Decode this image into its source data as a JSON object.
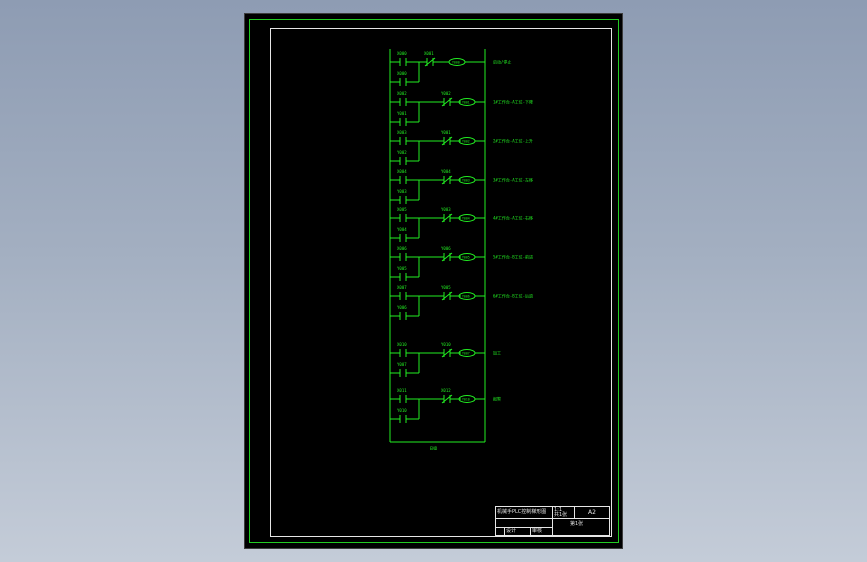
{
  "drawing": {
    "rungs": [
      {
        "contact1": "X000",
        "contact2": "X001",
        "contact2_type": "nc",
        "coil": "Y000",
        "note": "启动/停止"
      },
      {
        "contact1": "X002",
        "contact2": "Y002",
        "contact2_type": "nc",
        "coil": "Y001",
        "branch": "Y001",
        "note": "1#工作台-A工位-下降"
      },
      {
        "contact1": "X003",
        "contact2": "Y001",
        "contact2_type": "nc",
        "coil": "Y002",
        "branch": "Y002",
        "note": "2#工作台-A工位-上升"
      },
      {
        "contact1": "X004",
        "contact2": "Y004",
        "contact2_type": "nc",
        "coil": "Y003",
        "branch": "Y003",
        "note": "3#工作台-A工位-左移"
      },
      {
        "contact1": "X005",
        "contact2": "Y003",
        "contact2_type": "nc",
        "coil": "Y004",
        "branch": "Y004",
        "note": "4#工作台-A工位-右移"
      },
      {
        "contact1": "X006",
        "contact2": "Y006",
        "contact2_type": "nc",
        "coil": "Y005",
        "branch": "Y005",
        "note": "5#工作台-B工位-前进"
      },
      {
        "contact1": "X007",
        "contact2": "Y005",
        "contact2_type": "nc",
        "coil": "Y006",
        "branch": "Y006",
        "note": "6#工作台-B工位-后退"
      },
      {
        "contact1": "X010",
        "contact2": "Y010",
        "contact2_type": "nc",
        "coil": "Y007",
        "branch": "Y007",
        "note": "加工"
      },
      {
        "contact1": "X011",
        "contact2": "X012",
        "contact2_type": "nc",
        "coil": "Y010",
        "branch": "Y010",
        "note": "报警"
      }
    ],
    "end_label": "END"
  },
  "title_block": {
    "title": "机械手PLC控制梯形图",
    "sheet_size": "A2",
    "scale": "1:1",
    "sheet_count": "共1张",
    "sheet_no": "第1张",
    "designer": "设计",
    "checker": "审核"
  },
  "colors": {
    "background": "#9aa6b9",
    "paper": "#000000",
    "frame_outer": "#22cc22",
    "frame_inner": "#e6e6e6",
    "ladder": "#22ee22"
  }
}
